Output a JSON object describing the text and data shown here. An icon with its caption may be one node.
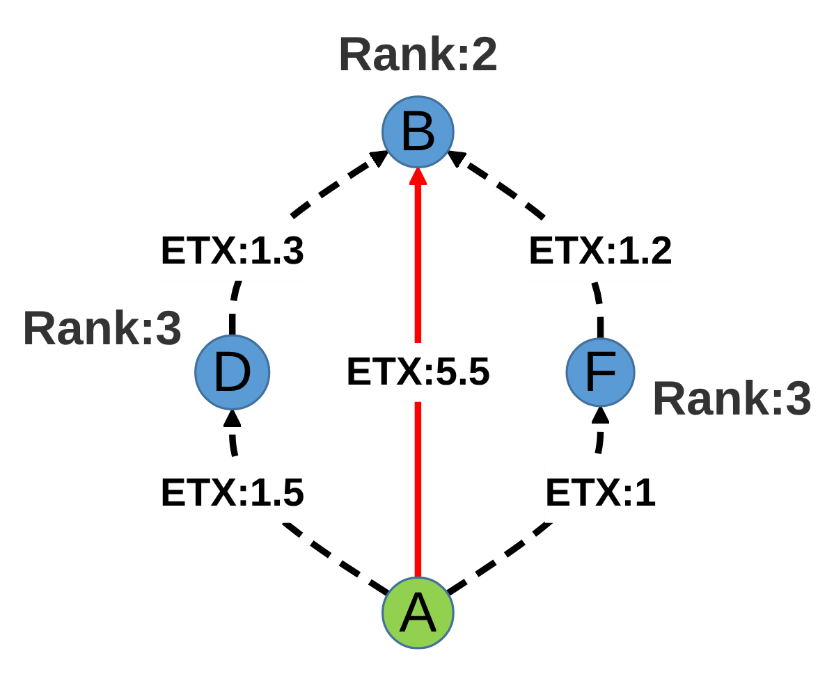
{
  "diagram": {
    "nodes": [
      {
        "text": [
          "B"
        ],
        "beside": [
          "Rank:2"
        ]
      },
      {
        "text": [
          "D"
        ],
        "beside": [
          "Rank:3"
        ]
      },
      {
        "text": [
          "F"
        ],
        "beside": [
          "Rank:3"
        ]
      },
      {
        "text": [
          "A"
        ]
      }
    ],
    "edges": [
      {
        "from": 1,
        "to": 0,
        "arrow": "to",
        "style": "dashed",
        "label": "ETX:1.3"
      },
      {
        "from": 3,
        "to": 0,
        "arrow": "to",
        "color": "#ff0000",
        "label": "ETX:5.5"
      },
      {
        "from": 2,
        "to": 0,
        "arrow": "to",
        "style": "dashed",
        "label": "ETX:1.2"
      },
      {
        "from": 3,
        "to": 1,
        "arrow": "to",
        "style": "dashed",
        "label": "ETX:1.5"
      },
      {
        "from": 3,
        "to": 2,
        "arrow": "to",
        "style": "dashed",
        "label": "ETX:1"
      }
    ]
  }
}
